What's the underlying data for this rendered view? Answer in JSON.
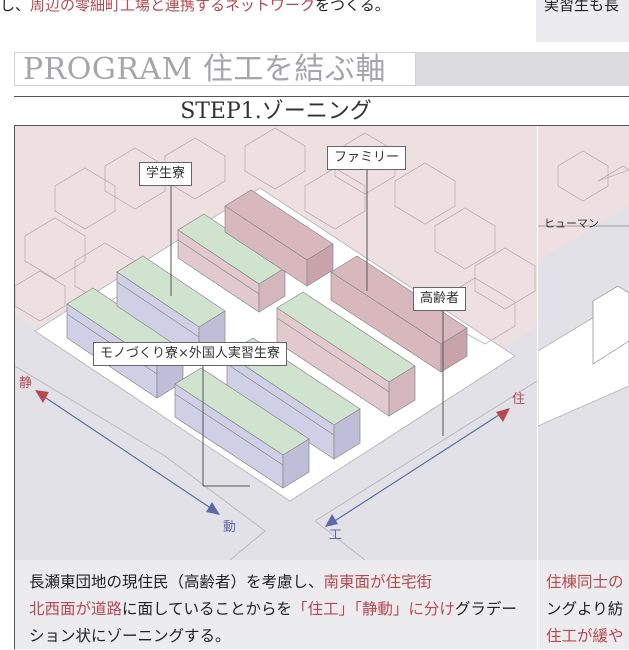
{
  "intro": {
    "line_parts": [
      {
        "text": "し、",
        "hl": false
      },
      {
        "text": "周辺の零細町工場と連携するネットワーク",
        "hl": true
      },
      {
        "text": "をつくる。",
        "hl": false
      }
    ],
    "right_text": "実習生も長"
  },
  "section": {
    "title": "PROGRAM 住工を結ぶ軸"
  },
  "step1": {
    "title": "STEP1.ゾーニング",
    "labels": {
      "dorm_student": "学生寮",
      "family": "ファミリー",
      "elderly": "高齢者",
      "monozukuri": "モノづくり寮×外国人実習生寮"
    },
    "axis": {
      "sei": "静",
      "dou": "動",
      "ju": "住",
      "kou": "工"
    },
    "caption_parts": [
      {
        "text": "長瀬東団地の現住民（高齢者）を考慮し、",
        "hl": false
      },
      {
        "text": "南東面が住宅街",
        "hl": true
      },
      {
        "text": "北西面が道路",
        "hl": true
      },
      {
        "text": "に面していることからを",
        "hl": false
      },
      {
        "text": "「住工」「静動」に分け",
        "hl": true
      },
      {
        "text": "グラデーション状にゾーニングする。",
        "hl": false
      }
    ]
  },
  "step2": {
    "label": "ヒューマン",
    "caption_lines": [
      "住棟同士の",
      "ングより紡",
      "住工が緩や"
    ]
  },
  "colors": {
    "pink_bg": "#eedfe1",
    "gray_bg": "#e1e1e7",
    "green": "#cfe3cf",
    "blue_purple": "#cfcfe6",
    "rose": "#d9b8bd",
    "accent_red": "#b8484f",
    "accent_blue": "#5d6aa8"
  }
}
